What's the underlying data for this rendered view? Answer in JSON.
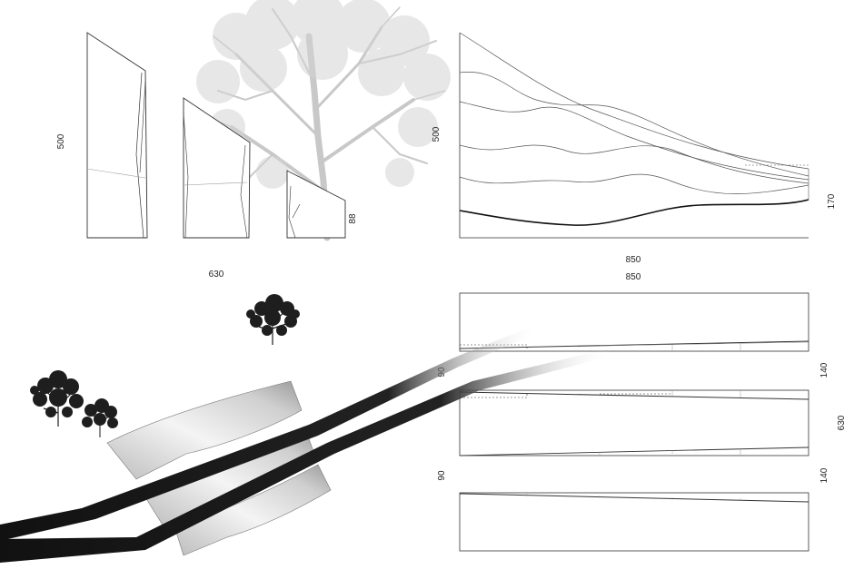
{
  "dimensions": {
    "elevations_height": "500",
    "small_panel_height": "88",
    "elevations_width": "630",
    "profile_height": "500",
    "profile_right": "170",
    "profile_width": "850",
    "plan_width": "850",
    "plan_left_upper": "90",
    "plan_left_lower": "90",
    "plan_right_upper": "140",
    "plan_right_lower": "140",
    "plan_depth": "630"
  },
  "colors": {
    "line": "#333333",
    "tree_light": "#c4c4c4",
    "tree_dark": "#1e1e1e",
    "ramp": "#111111",
    "panel_light": "#e8e8e8",
    "panel_shade": "#8f8f8f"
  }
}
